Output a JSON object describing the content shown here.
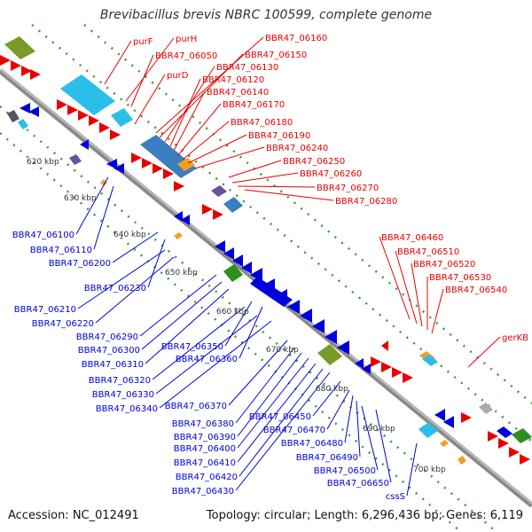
{
  "title": "Brevibacillus brevis NBRC 100599, complete genome",
  "accession": "Accession: NC_012491",
  "summary": "Topology: circular; Length: 6,296,436 bp; Genes: 6,119",
  "colors": {
    "forward": "#e80000",
    "reverse": "#0000dd",
    "backbone": "#888888",
    "tick": "#3a9a3a",
    "cds_cyan": "#29bfe8",
    "cds_teal": "#3a7fbf",
    "cds_olive": "#7a9a28",
    "cds_green": "#2e8f1e",
    "cds_orange": "#f0a020",
    "cds_purple": "#6a4fa0"
  },
  "scale_labels": [
    "620 kbp",
    "630 kbp",
    "640 kbp",
    "650 kbp",
    "660 kbp",
    "670 kbp",
    "680 kbp",
    "690 kbp",
    "700 kbp"
  ],
  "forward_genes": [
    "purF",
    "purH",
    "BBR47_06050",
    "purD",
    "BBR47_06160",
    "BBR47_06150",
    "BBR47_06130",
    "BBR47_06120",
    "BBR47_06140",
    "BBR47_06170",
    "BBR47_06180",
    "BBR47_06190",
    "BBR47_06240",
    "BBR47_06250",
    "BBR47_06260",
    "BBR47_06270",
    "BBR47_06280",
    "BBR47_06460",
    "BBR47_06510",
    "BBR47_06520",
    "BBR47_06530",
    "BBR47_06540",
    "gerKB"
  ],
  "reverse_genes": [
    "BBR47_06100",
    "BBR47_06110",
    "BBR47_06200",
    "BBR47_06230",
    "BBR47_06210",
    "BBR47_06220",
    "BBR47_06290",
    "BBR47_06300",
    "BBR47_06310",
    "BBR47_06350",
    "BBR47_06360",
    "BBR47_06320",
    "BBR47_06330",
    "BBR47_06340",
    "BBR47_06370",
    "BBR47_06380",
    "BBR47_06390",
    "BBR47_06400",
    "BBR47_06410",
    "BBR47_06420",
    "BBR47_06430",
    "BBR47_06450",
    "BBR47_06470",
    "BBR47_06480",
    "BBR47_06490",
    "BBR47_06500",
    "BBR47_06650",
    "cssS"
  ]
}
